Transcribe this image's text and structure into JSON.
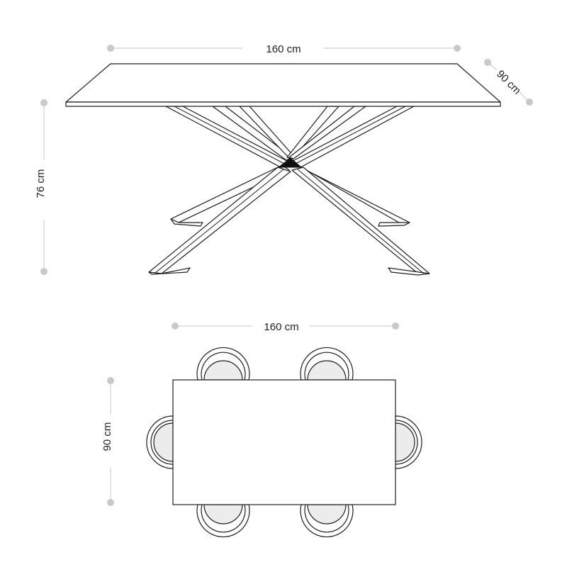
{
  "dimensions": {
    "side_width": "160 cm",
    "side_depth": "90 cm",
    "side_height": "76 cm",
    "top_width": "160 cm",
    "top_depth": "90 cm"
  }
}
